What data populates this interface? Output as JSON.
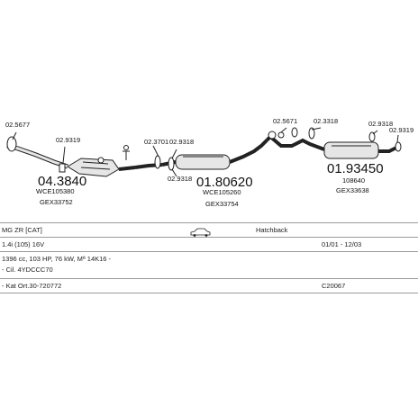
{
  "parts": [
    {
      "id": "p1",
      "code": "02.5677"
    },
    {
      "id": "p2",
      "code": "02.9319"
    },
    {
      "id": "p3",
      "code": "04.3840"
    },
    {
      "id": "p4",
      "code": "WCE105380"
    },
    {
      "id": "p5",
      "code": "GEX33752"
    },
    {
      "id": "p6",
      "code": "02.3701"
    },
    {
      "id": "p7",
      "code": "02.9318"
    },
    {
      "id": "p8",
      "code": "02.9318"
    },
    {
      "id": "p9",
      "code": "01.80620"
    },
    {
      "id": "p10",
      "code": "WCE105260"
    },
    {
      "id": "p11",
      "code": "GEX33754"
    },
    {
      "id": "p12",
      "code": "02.5671"
    },
    {
      "id": "p13",
      "code": "02.3318"
    },
    {
      "id": "p14",
      "code": "02.9318"
    },
    {
      "id": "p15",
      "code": "02.9319"
    },
    {
      "id": "p16",
      "code": "01.93450"
    },
    {
      "id": "p17",
      "code": "108640"
    },
    {
      "id": "p18",
      "code": "GEX33638"
    }
  ],
  "vehicle": {
    "model": "MG ZR  [CAT]",
    "body_type": "Hatchback",
    "engine": "1.4i (105) 16V",
    "years": "01/01 - 12/03",
    "engine_details": "1396 cc, 103 HP, 76 kW, Mª 14K16 -",
    "engine_code": "- Cil. 4YDCCC70",
    "catalyst": "- Kat Ort.30-720772",
    "catalog_no": "C20067"
  },
  "colors": {
    "line": "#222222",
    "rule": "#9a9a9a",
    "fill": "#e6e6e6"
  }
}
